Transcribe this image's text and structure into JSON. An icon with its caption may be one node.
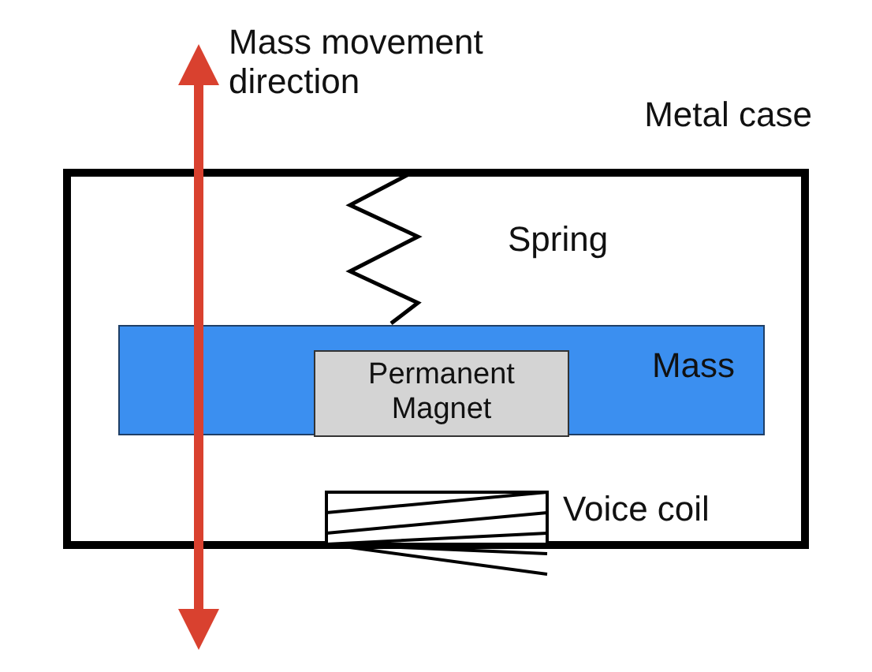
{
  "diagram": {
    "nodes": [
      {
        "text": [
          "Metal case"
        ]
      },
      {
        "text": [
          "Mass"
        ],
        "in": 0
      },
      {
        "text": [
          "Permanent Magnet"
        ],
        "in": 1
      }
    ],
    "labels": [
      "Mass movement direction",
      "Spring",
      "Voice coil"
    ]
  }
}
